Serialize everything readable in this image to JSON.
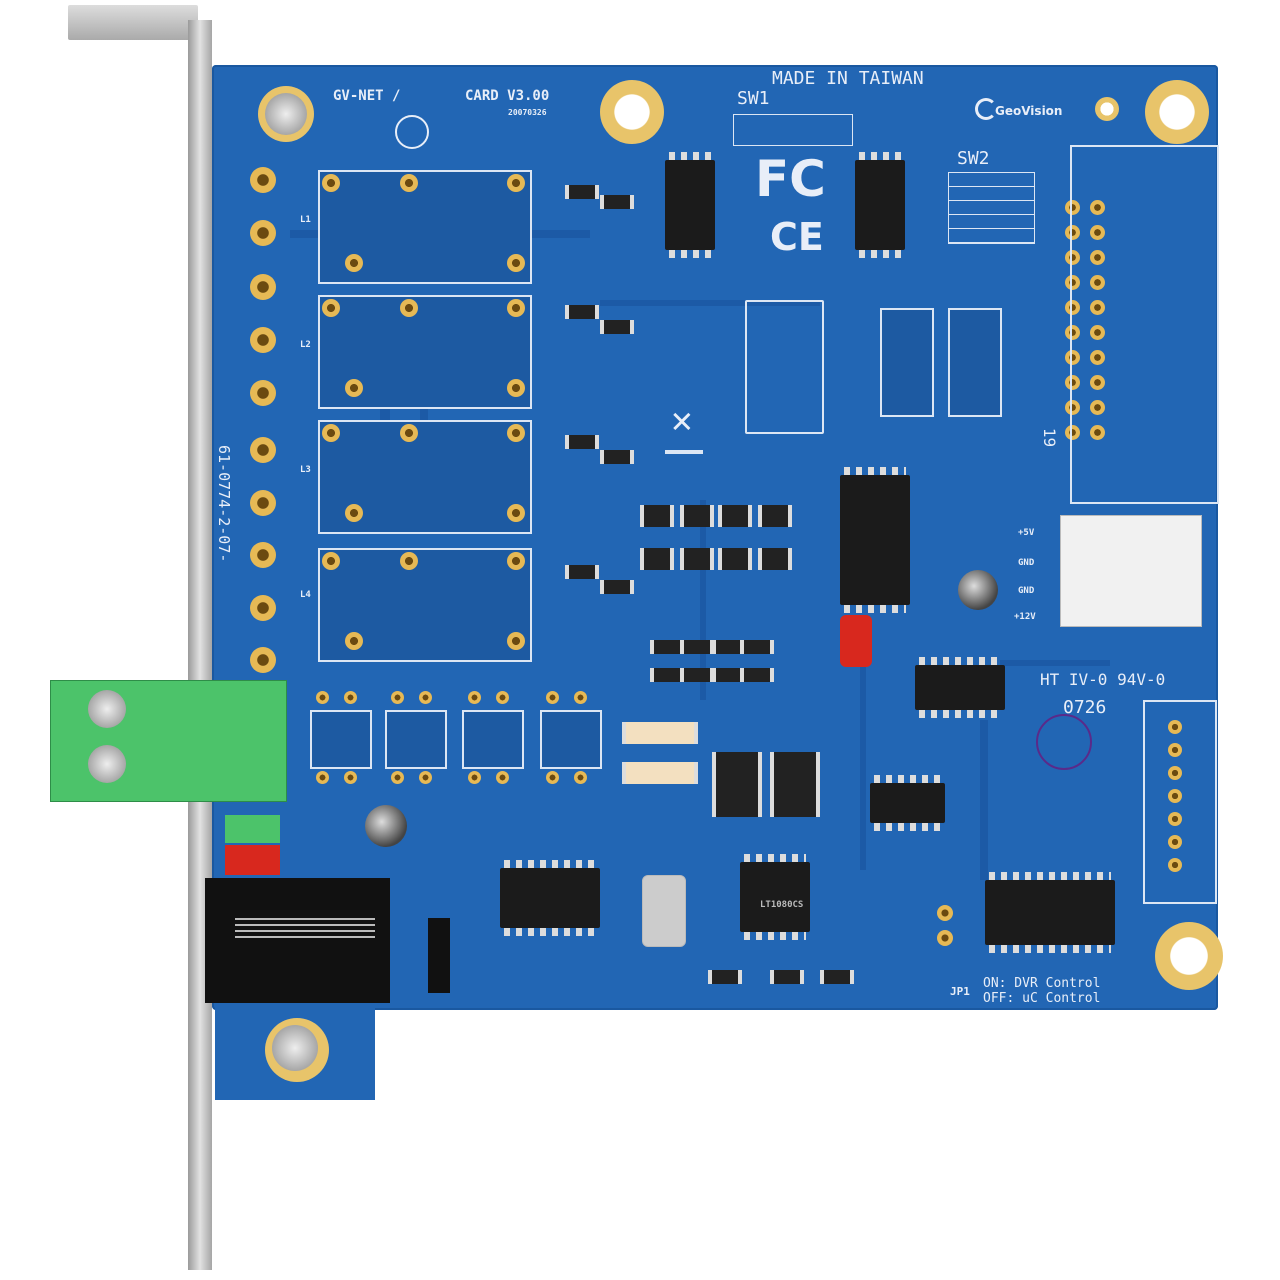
{
  "board": {
    "model": "GV-NET /",
    "version": "CARD V3.00",
    "date_code": "20070326",
    "origin": "MADE IN TAIWAN",
    "brand": "GeoVision",
    "sw1": "SW1",
    "sw2": "SW2",
    "fcc_mark": "FC",
    "ce_mark": "CE",
    "vertical_code": "61-0774-2-07-",
    "power_labels": [
      "+5V",
      "GND",
      "GND",
      "+12V"
    ],
    "ul_code": "HT  IV-0  94V-0",
    "lot": "0726",
    "j9": "19",
    "jp1": "JP1",
    "jp1_on": "ON: DVR Control",
    "jp1_off": "OFF: uC Control",
    "ic_label": "LT1080CS",
    "relay_labels": [
      "L1",
      "L2",
      "L3",
      "L4"
    ]
  },
  "colors": {
    "pcb": "#2266b4",
    "pad": "#e6b955",
    "terminal": "#4cc36a",
    "led_red": "#d8281e",
    "led_green": "#4cc36a"
  }
}
